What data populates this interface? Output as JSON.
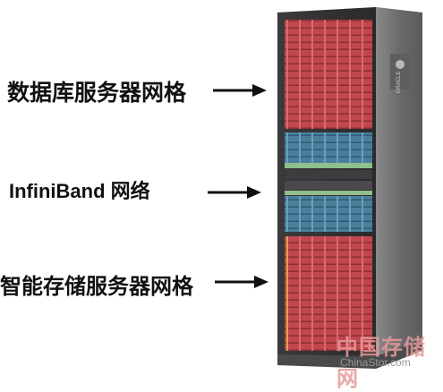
{
  "labels": {
    "database_grid": "数据库服务器网格",
    "infiniband": "InfiniBand 网络",
    "storage_grid": "智能存储服务器网格"
  },
  "rack": {
    "brand_text": "ORACLE",
    "sections": [
      {
        "name": "database-server-grid",
        "color": "#c0474d",
        "units": 12
      },
      {
        "name": "infiniband-network",
        "color": "#4a7f9c",
        "units": 5
      },
      {
        "name": "storage-server-grid",
        "color": "#c0474d",
        "units": 16
      }
    ]
  },
  "watermark": {
    "cn": "中国存储网",
    "en": "ChinaStor.com"
  },
  "colors": {
    "server_red": "#c0474d",
    "switch_blue": "#4a7f9c",
    "green_strip": "#8fbf8a",
    "rack_side": "#6e6e70",
    "arrow": "#111111"
  }
}
